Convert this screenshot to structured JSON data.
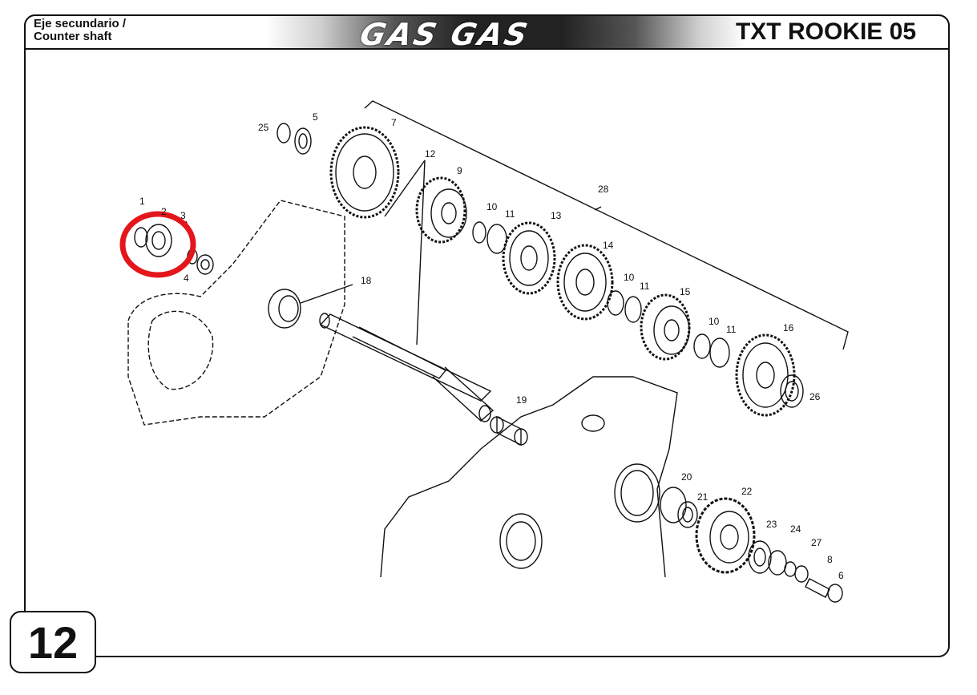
{
  "header": {
    "subtitle_es": "Eje secundario /",
    "subtitle_en": "Counter shaft",
    "brand": "GAS GAS",
    "model": "TXT ROOKIE 05"
  },
  "page": {
    "number": "12"
  },
  "diagram": {
    "callouts": [
      "1",
      "2",
      "3",
      "4",
      "5",
      "6",
      "7",
      "8",
      "9",
      "10",
      "11",
      "12",
      "13",
      "14",
      "15",
      "16",
      "18",
      "19",
      "20",
      "21",
      "22",
      "23",
      "24",
      "25",
      "26",
      "27",
      "28"
    ],
    "callouts_repeat": [
      "10",
      "11",
      "10",
      "11"
    ],
    "highlight_color": "#e4161c",
    "line_color": "#111111"
  }
}
